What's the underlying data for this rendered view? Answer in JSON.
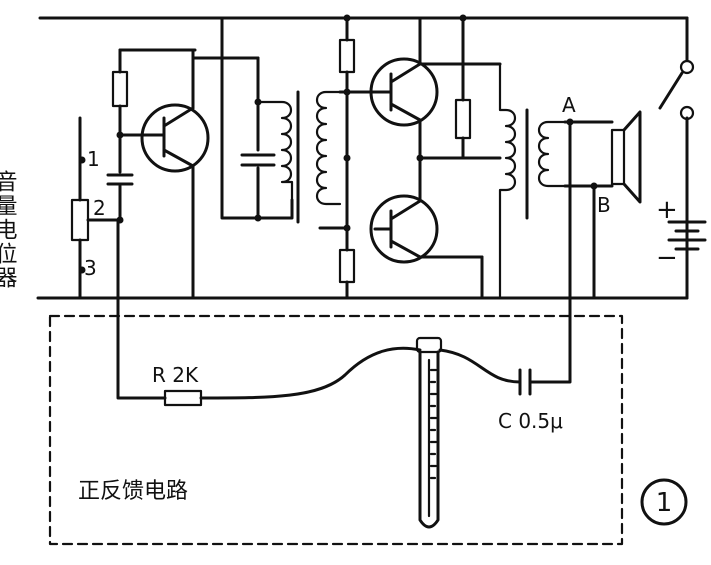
{
  "labels": {
    "pot_title": "音量电位器",
    "pot_1": "1",
    "pot_2": "2",
    "pot_3": "3",
    "node_a": "A",
    "node_b": "B",
    "plus": "+",
    "minus": "−",
    "resistor": "R 2K",
    "capacitor": "C 0.5μ",
    "feedback_title": "正反馈电路",
    "figure_number": "1"
  }
}
